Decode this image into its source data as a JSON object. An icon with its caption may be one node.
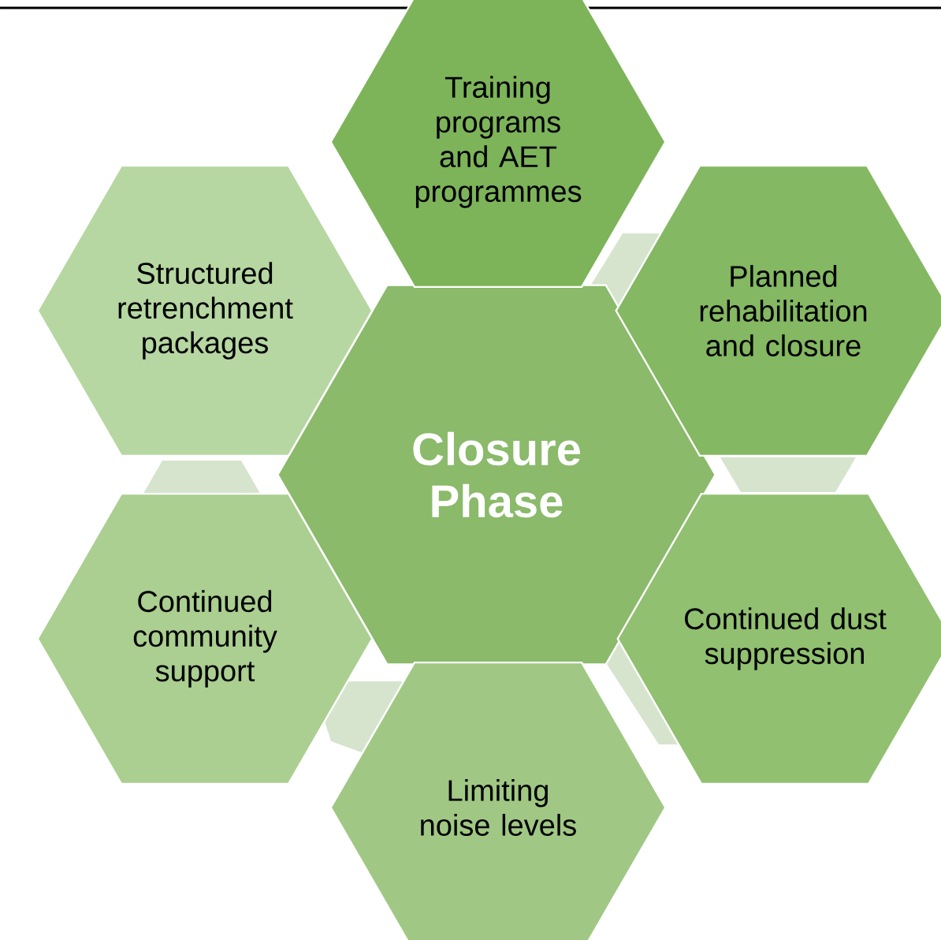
{
  "diagram": {
    "nodes": [
      {
        "text": [
          "Closure Phase"
        ]
      },
      {
        "text": [
          "Training programs and AET programmes"
        ]
      },
      {
        "text": [
          "Planned rehabilitation and closure"
        ]
      },
      {
        "text": [
          "Continued dust suppression"
        ]
      },
      {
        "text": [
          "Limiting noise levels"
        ]
      },
      {
        "text": [
          "Continued community support"
        ]
      },
      {
        "text": [
          "Structured retrenchment packages"
        ]
      }
    ]
  }
}
